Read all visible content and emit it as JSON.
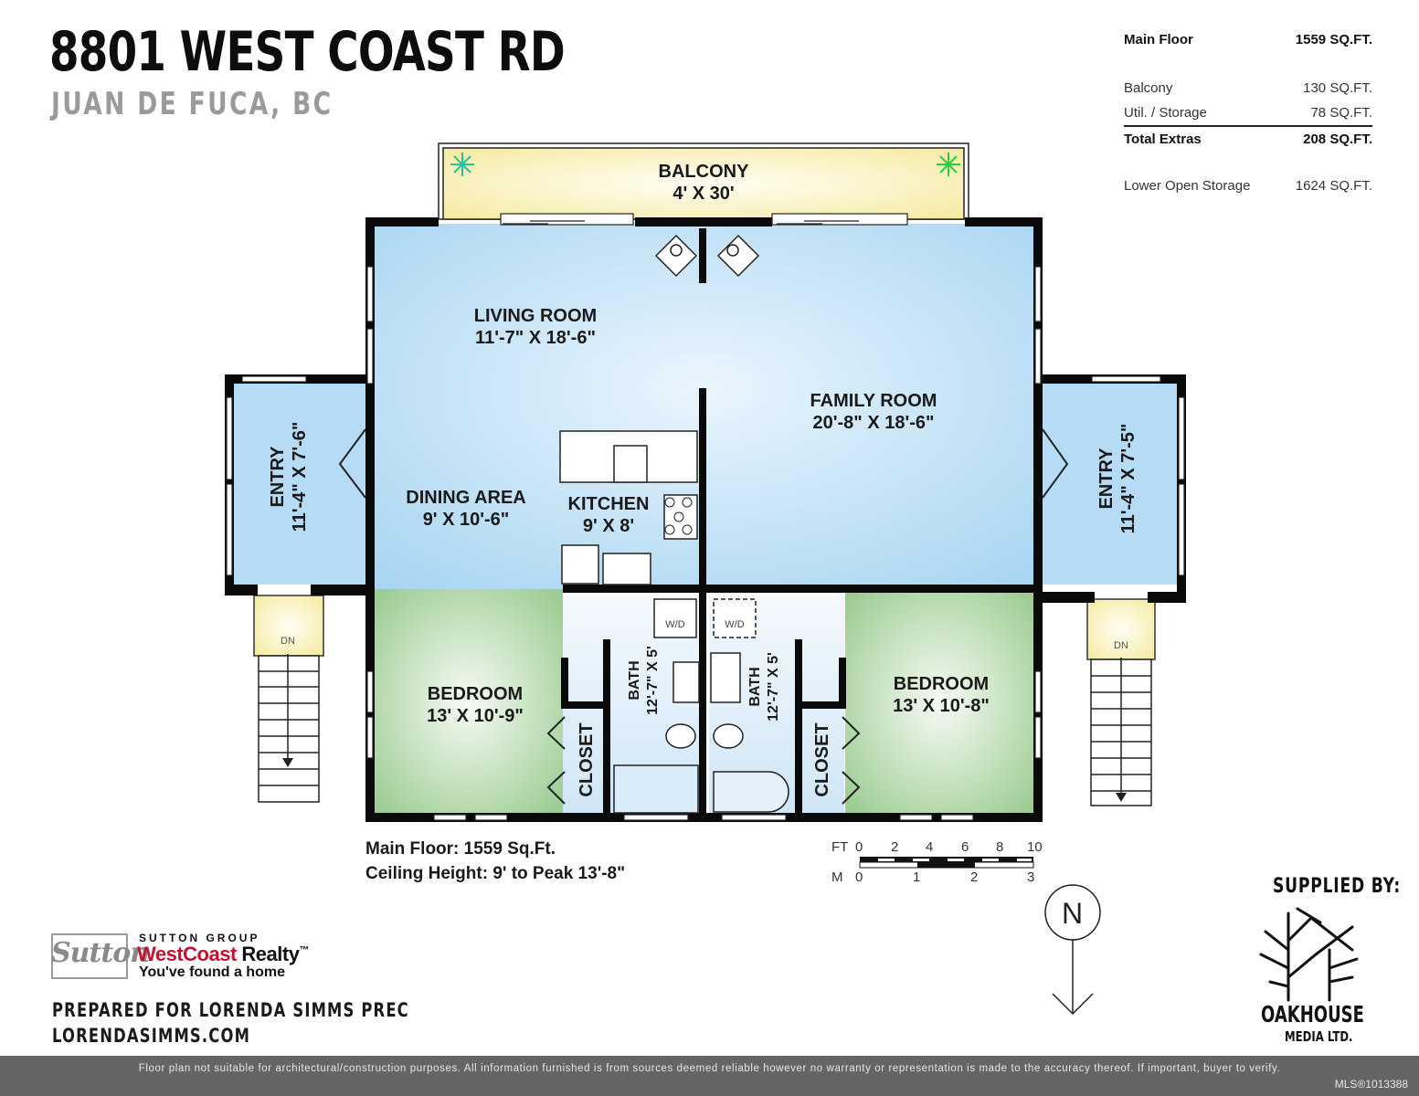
{
  "header": {
    "address": "8801 WEST COAST RD",
    "location": "JUAN DE FUCA, BC"
  },
  "area_summary": {
    "main_floor": {
      "label": "Main Floor",
      "value": "1559 SQ.FT."
    },
    "extras": [
      {
        "label": "Balcony",
        "value": "130 SQ.FT."
      },
      {
        "label": "Util. / Storage",
        "value": "78 SQ.FT."
      }
    ],
    "total_extras": {
      "label": "Total Extras",
      "value": "208 SQ.FT."
    },
    "lower": {
      "label": "Lower Open Storage",
      "value": "1624 SQ.FT."
    }
  },
  "rooms": {
    "balcony": {
      "name": "BALCONY",
      "dims": "4' X 30'"
    },
    "living_room": {
      "name": "LIVING ROOM",
      "dims": "11'-7\" X 18'-6\""
    },
    "family_room": {
      "name": "FAMILY ROOM",
      "dims": "20'-8\" X 18'-6\""
    },
    "dining_area": {
      "name": "DINING AREA",
      "dims": "9' X 10'-6\""
    },
    "kitchen": {
      "name": "KITCHEN",
      "dims": "9' X 8'"
    },
    "entry_left": {
      "name": "ENTRY",
      "dims": "11'-4\" X 7'-6\""
    },
    "entry_right": {
      "name": "ENTRY",
      "dims": "11'-4\" X 7'-5\""
    },
    "bedroom_left": {
      "name": "BEDROOM",
      "dims": "13' X 10'-9\""
    },
    "bedroom_right": {
      "name": "BEDROOM",
      "dims": "13' X 10'-8\""
    },
    "bath_left": {
      "name": "BATH",
      "dims": "12'-7\" X 5'"
    },
    "bath_right": {
      "name": "BATH",
      "dims": "12'-7\" X 5'"
    },
    "closet_left": {
      "name": "CLOSET"
    },
    "closet_right": {
      "name": "CLOSET"
    },
    "wd_label": "W/D",
    "stairs_label": "DN"
  },
  "floor_info": {
    "main_floor": "Main Floor: 1559 Sq.Ft.",
    "ceiling": "Ceiling Height: 9' to Peak 13'-8\""
  },
  "scale": {
    "ft_label": "FT",
    "ft_ticks": [
      "0",
      "2",
      "4",
      "6",
      "8",
      "10"
    ],
    "m_label": "M",
    "m_ticks": [
      "0",
      "1",
      "2",
      "3"
    ]
  },
  "compass": {
    "letter": "N"
  },
  "brokerage": {
    "script": "Sutton",
    "group": "SUTTON GROUP",
    "name_red": "WestCoast",
    "name_black": " Realty",
    "tm": "™",
    "tagline": "You've found a home"
  },
  "prepared": {
    "line1": "PREPARED FOR LORENDA SIMMS PREC",
    "line2": "LORENDASIMMS.COM"
  },
  "supplier": {
    "label": "SUPPLIED BY:",
    "name": "OAKHOUSE",
    "sub": "MEDIA LTD."
  },
  "footer": {
    "disclaimer": "Floor plan not suitable for architectural/construction purposes. All information furnished is from sources deemed reliable however no warranty or representation is made to the accuracy thereof. If important, buyer to verify.",
    "mls": "MLS®1013388"
  },
  "colors": {
    "living_blue": "#bfe0f5",
    "bedroom_green": "#a9d3a0",
    "balcony_yellow": "#f7efb0",
    "wall": "#0a0a0a",
    "footer_bg": "#646567",
    "brand_red": "#c8102e"
  }
}
